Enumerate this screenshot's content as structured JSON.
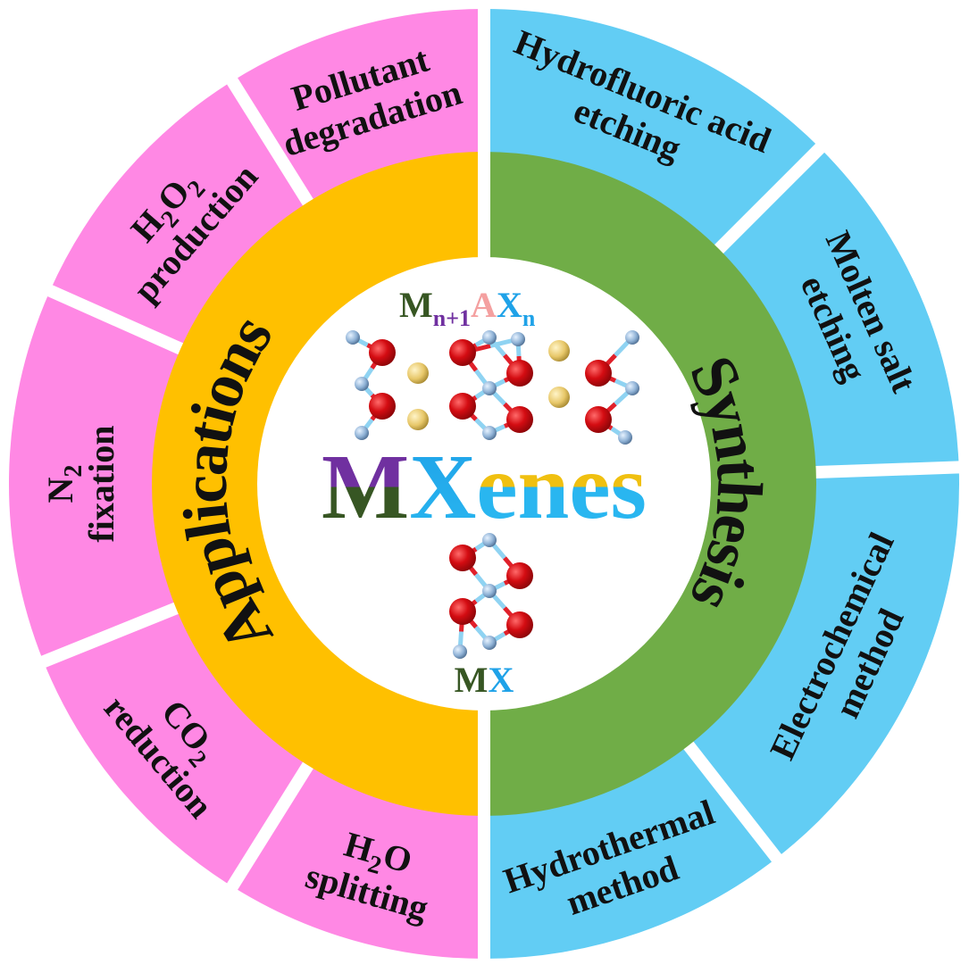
{
  "colors": {
    "applications_outer": "#ff88e4",
    "synthesis_outer": "#62cdf4",
    "applications_inner": "#ffc000",
    "synthesis_inner": "#70ad47",
    "center": "#ffffff",
    "m_purple": "#7030a0",
    "m_darkgreen": "#375623",
    "x_blue": "#1fa2e8",
    "a_salmon": "#f4a0a0",
    "atom_red": "#d40c12",
    "atom_gold": "#e8c86a",
    "atom_blue": "#8fb2d6"
  },
  "center": {
    "title_m": "M",
    "title_x": "X",
    "title_rest": "enes",
    "max_formula": {
      "m": "M",
      "m_sub": "n+1",
      "a": "A",
      "x": "X",
      "x_sub": "n"
    },
    "mx_formula": {
      "m": "M",
      "x": "X"
    }
  },
  "inner_ring": {
    "left_label": "Applications",
    "right_label": "Synthesis"
  },
  "applications": [
    {
      "id": "pollutant",
      "lines": [
        "Pollutant",
        "degradation"
      ]
    },
    {
      "id": "h2o2",
      "lines": [
        "H2O2",
        "production"
      ]
    },
    {
      "id": "n2",
      "lines": [
        "N2",
        "fixation"
      ]
    },
    {
      "id": "co2",
      "lines": [
        "CO2",
        "reduction"
      ]
    },
    {
      "id": "h2o",
      "lines": [
        "H2O",
        "splitting"
      ]
    }
  ],
  "synthesis": [
    {
      "id": "hf",
      "lines": [
        "Hydrofluoric acid",
        "etching"
      ]
    },
    {
      "id": "molten",
      "lines": [
        "Molten salt",
        "etching"
      ]
    },
    {
      "id": "electro",
      "lines": [
        "Electrochemical",
        "method"
      ]
    },
    {
      "id": "hydrothermal",
      "lines": [
        "Hydrothermal",
        "method"
      ]
    }
  ]
}
